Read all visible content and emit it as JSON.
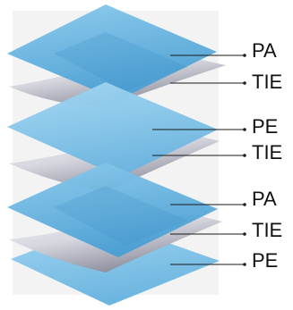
{
  "layers": [
    {
      "label": "PA",
      "material": "blue"
    },
    {
      "label": "TIE",
      "material": "grey"
    },
    {
      "label": "PE",
      "material": "blue"
    },
    {
      "label": "TIE",
      "material": "grey"
    },
    {
      "label": "PA",
      "material": "blue"
    },
    {
      "label": "TIE",
      "material": "grey"
    },
    {
      "label": "PE",
      "material": "blue"
    }
  ],
  "colors": {
    "blue_top": "#8ccbed",
    "blue_bottom": "#4a9fd4",
    "grey_top": "#ffffff",
    "grey_bottom": "#8c8d9c",
    "backdrop": "#f3f3f3",
    "line": "#1a1a1a"
  }
}
